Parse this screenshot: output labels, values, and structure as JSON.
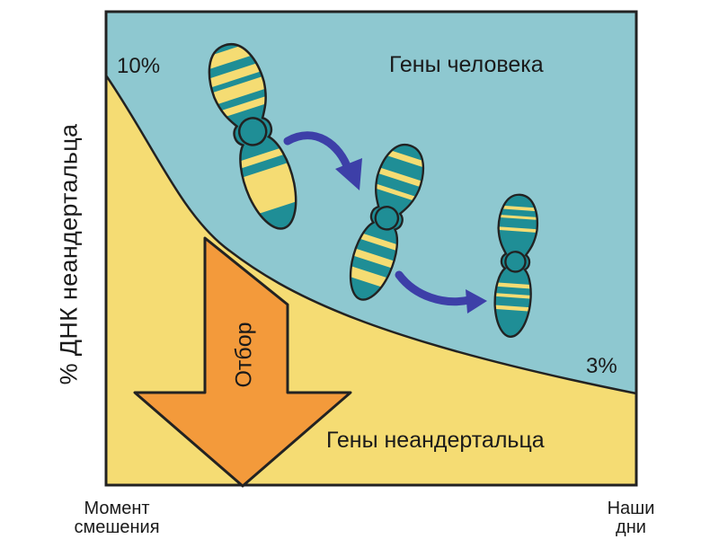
{
  "y_axis_label": "% ДНК неандертальца",
  "x_axis": {
    "start_label": [
      "Момент",
      "смешения"
    ],
    "end_label": [
      "Наши",
      "дни"
    ]
  },
  "labels": {
    "start_percent": "10%",
    "end_percent": "3%",
    "human_genes": "Гены человека",
    "neanderthal_genes": "Гены неандертальца",
    "selection": "Отбор"
  },
  "colors": {
    "human_region": "#8ec8d0",
    "neanderthal_region": "#f5dc73",
    "selection_arrow": "#f39a3b",
    "chromosome_teal": "#1f8e96",
    "chromosome_yellow": "#f5dc73",
    "transition_arrow": "#3d3fa8"
  },
  "icons": [
    "chromosome-icon",
    "chromosome-icon",
    "chromosome-icon",
    "curved-arrow-icon",
    "curved-arrow-icon"
  ]
}
